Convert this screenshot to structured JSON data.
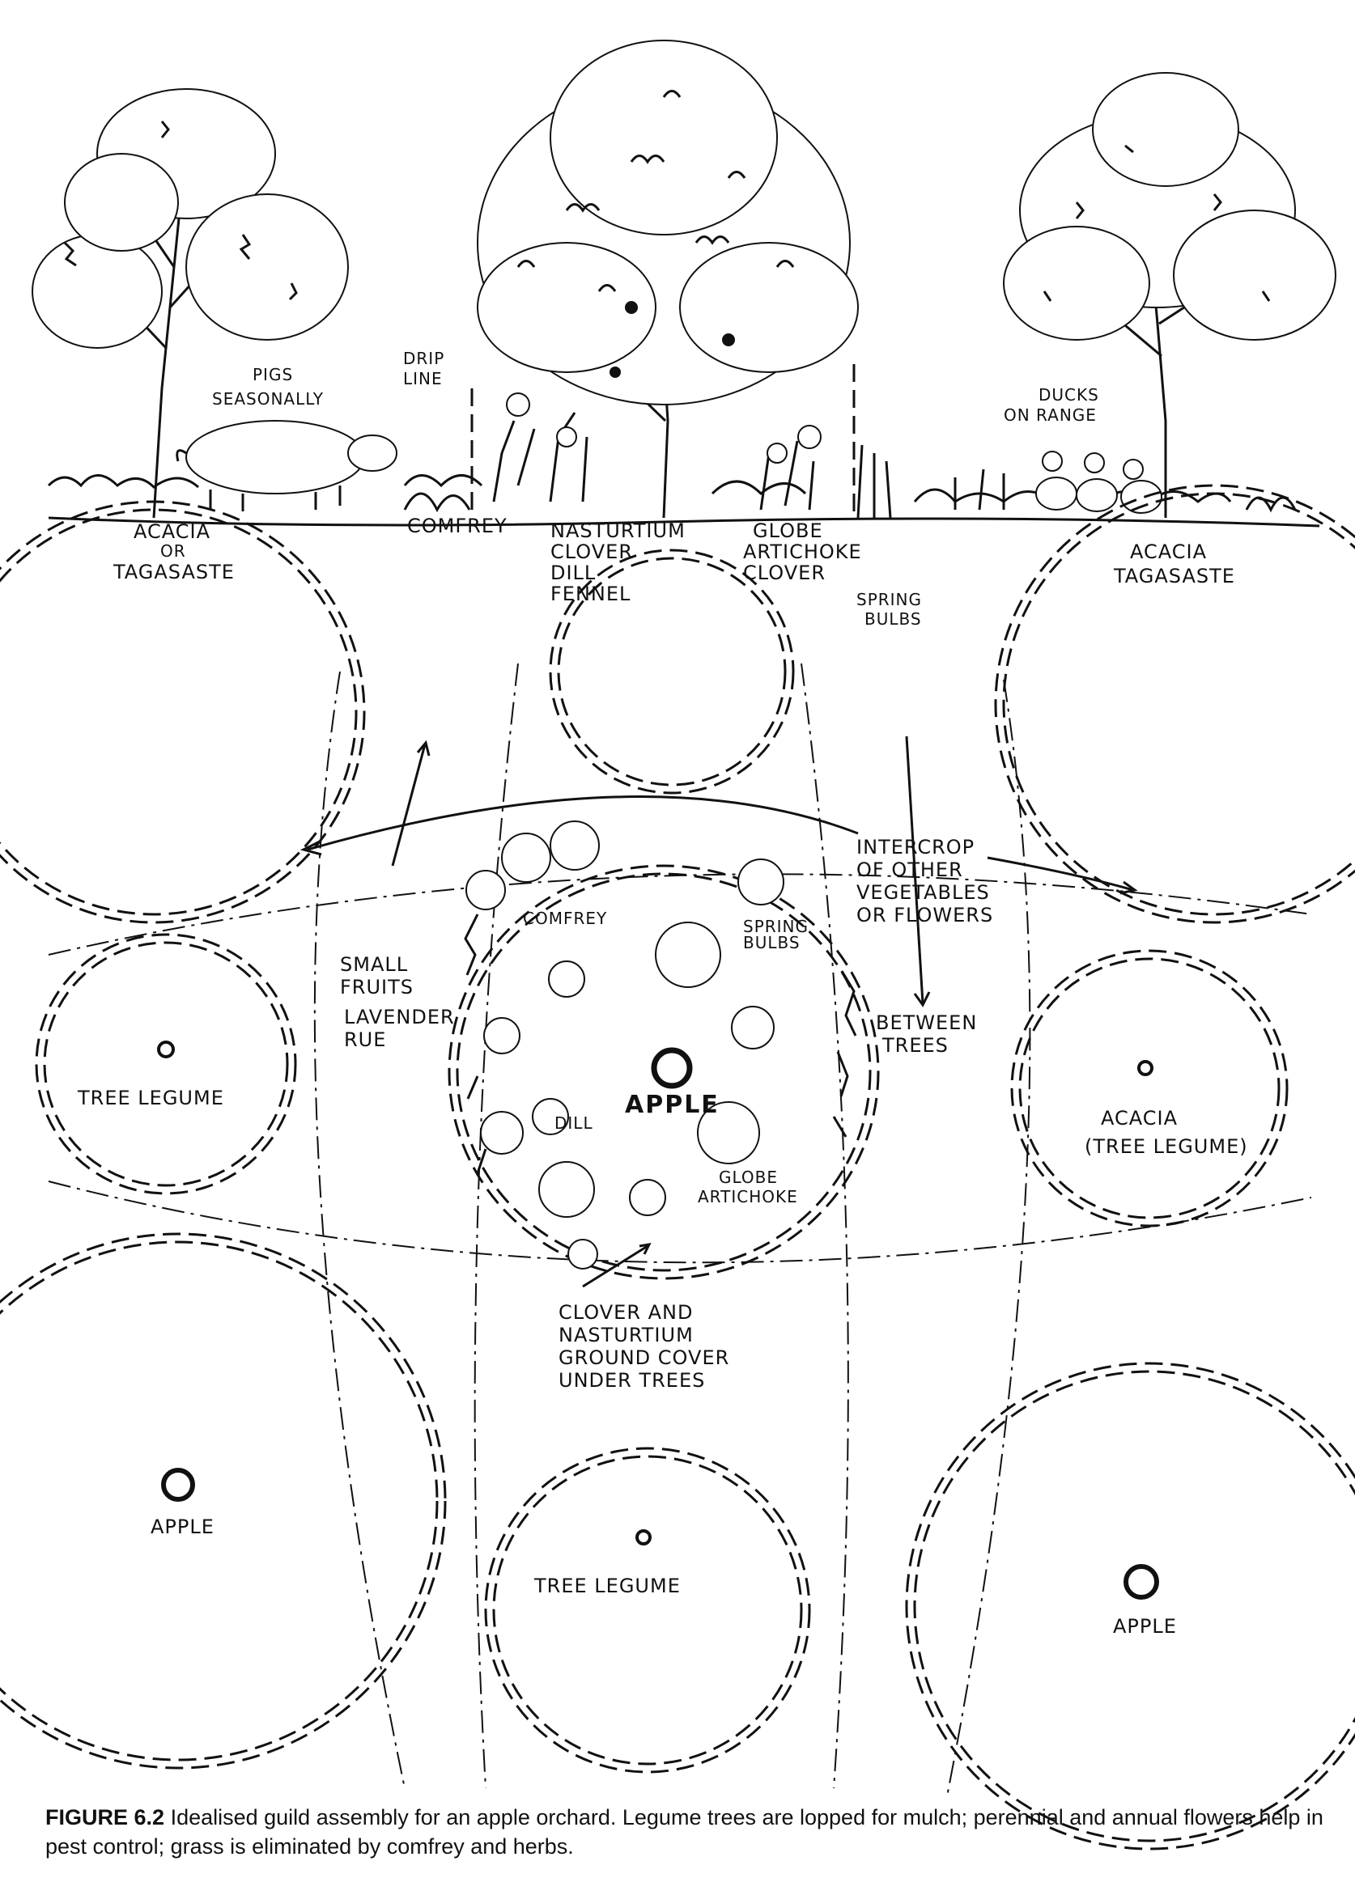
{
  "elevation": {
    "labels": {
      "drip_line": [
        "DRIP",
        "LINE"
      ],
      "pigs": [
        "PIGS",
        "SEASONALLY"
      ],
      "ducks": [
        "DUCKS",
        "ON RANGE"
      ],
      "acacia_left": [
        "ACACIA",
        "OR",
        "TAGASASTE"
      ],
      "comfrey": "COMFREY",
      "nasturtium_group": [
        "NASTURTIUM",
        "CLOVER",
        "DILL",
        "FENNEL"
      ],
      "artichoke_group": [
        "GLOBE",
        "ARTICHOKE",
        "CLOVER"
      ],
      "spring_bulbs": [
        "SPRING",
        "BULBS"
      ],
      "acacia_right": [
        "ACACIA",
        "TAGASASTE"
      ]
    }
  },
  "plan": {
    "labels": {
      "intercrop": [
        "INTERCROP",
        "OF OTHER",
        "VEGETABLES",
        "OR FLOWERS"
      ],
      "between_trees": [
        "BETWEEN",
        "TREES"
      ],
      "comfrey": "COMFREY",
      "spring_bulbs": [
        "SPRING",
        "BULBS"
      ],
      "small_fruits": [
        "SMALL",
        "FRUITS"
      ],
      "lavender_rue": [
        "LAVENDER",
        "RUE"
      ],
      "apple_center": "APPLE",
      "dill": "DILL",
      "globe_artichoke": [
        "GLOBE",
        "ARTICHOKE"
      ],
      "tree_legume_left": "TREE LEGUME",
      "acacia_right": [
        "ACACIA",
        "(TREE LEGUME)"
      ],
      "clover_note": [
        "CLOVER AND",
        "NASTURTIUM",
        "GROUND COVER",
        "UNDER TREES"
      ],
      "apple_bottom_left": "APPLE",
      "tree_legume_bottom": "TREE LEGUME",
      "apple_bottom_right": "APPLE"
    }
  },
  "caption": {
    "figure_label": "FIGURE 6.2",
    "text": "Idealised guild assembly for an apple orchard. Legume trees are lopped for mulch; perennial and annual flowers help in pest control; grass is eliminated by comfrey and herbs."
  }
}
